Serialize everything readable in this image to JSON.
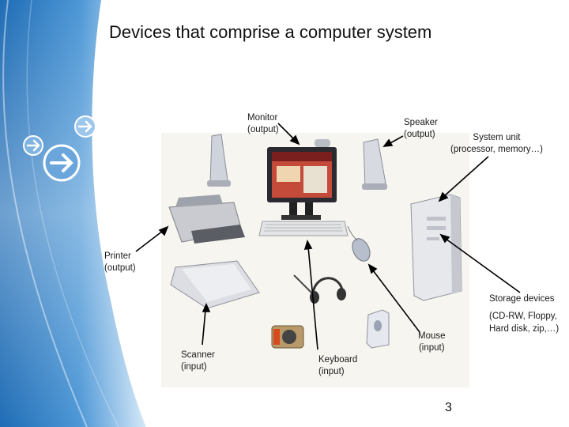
{
  "slide": {
    "title": "Devices that comprise a computer system",
    "page_number": "3"
  },
  "labels": {
    "monitor": {
      "name": "Monitor",
      "role": "(output)"
    },
    "speaker": {
      "name": "Speaker",
      "role": "(output)"
    },
    "system_unit": {
      "name": "System unit",
      "detail": "(processor, memory…)"
    },
    "printer": {
      "name": "Printer",
      "role": "(output)"
    },
    "storage": {
      "name": "Storage devices",
      "detail1": "(CD-RW, Floppy,",
      "detail2": "Hard disk, zip,…)"
    },
    "mouse": {
      "name": "Mouse",
      "role": "(input)"
    },
    "scanner": {
      "name": "Scanner",
      "role": "(input)"
    },
    "keyboard": {
      "name": "Keyboard",
      "role": "(input)"
    }
  },
  "colors": {
    "sidebar_blue": "#2f7fc6",
    "sidebar_light": "#cfe4f6",
    "photo_bg": "#f7f5f0",
    "arrow": "#000000"
  },
  "icons": [
    "arrow-circle-right-icon",
    "arrow-circle-right-icon",
    "arrow-circle-right-icon"
  ]
}
